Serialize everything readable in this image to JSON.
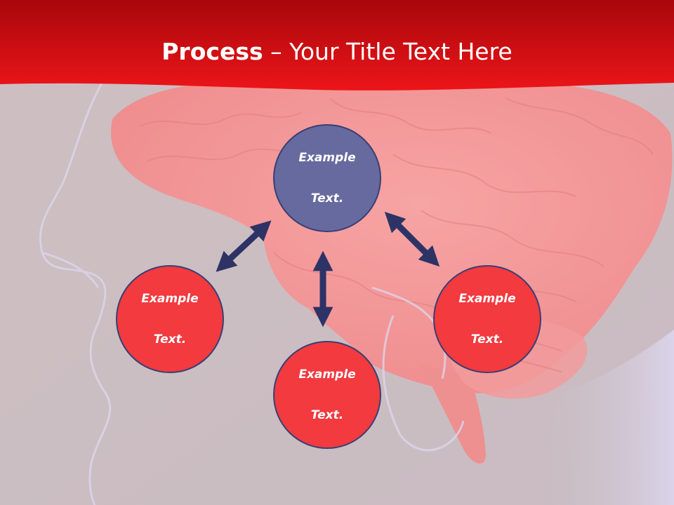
{
  "slide": {
    "title_bold": "Process",
    "title_dash": " – ",
    "title_rest": "Your Title Text Here",
    "nodes": [
      {
        "line1": "Example",
        "line2": "Text."
      },
      {
        "line1": "Example",
        "line2": "Text."
      },
      {
        "line1": "Example",
        "line2": "Text."
      },
      {
        "line1": "Example",
        "line2": "Text."
      }
    ]
  },
  "colors": {
    "accent_red": "#e8171c",
    "node_blue": "#666a9e",
    "node_red": "#f23a3f",
    "arrow": "#2e3366"
  }
}
